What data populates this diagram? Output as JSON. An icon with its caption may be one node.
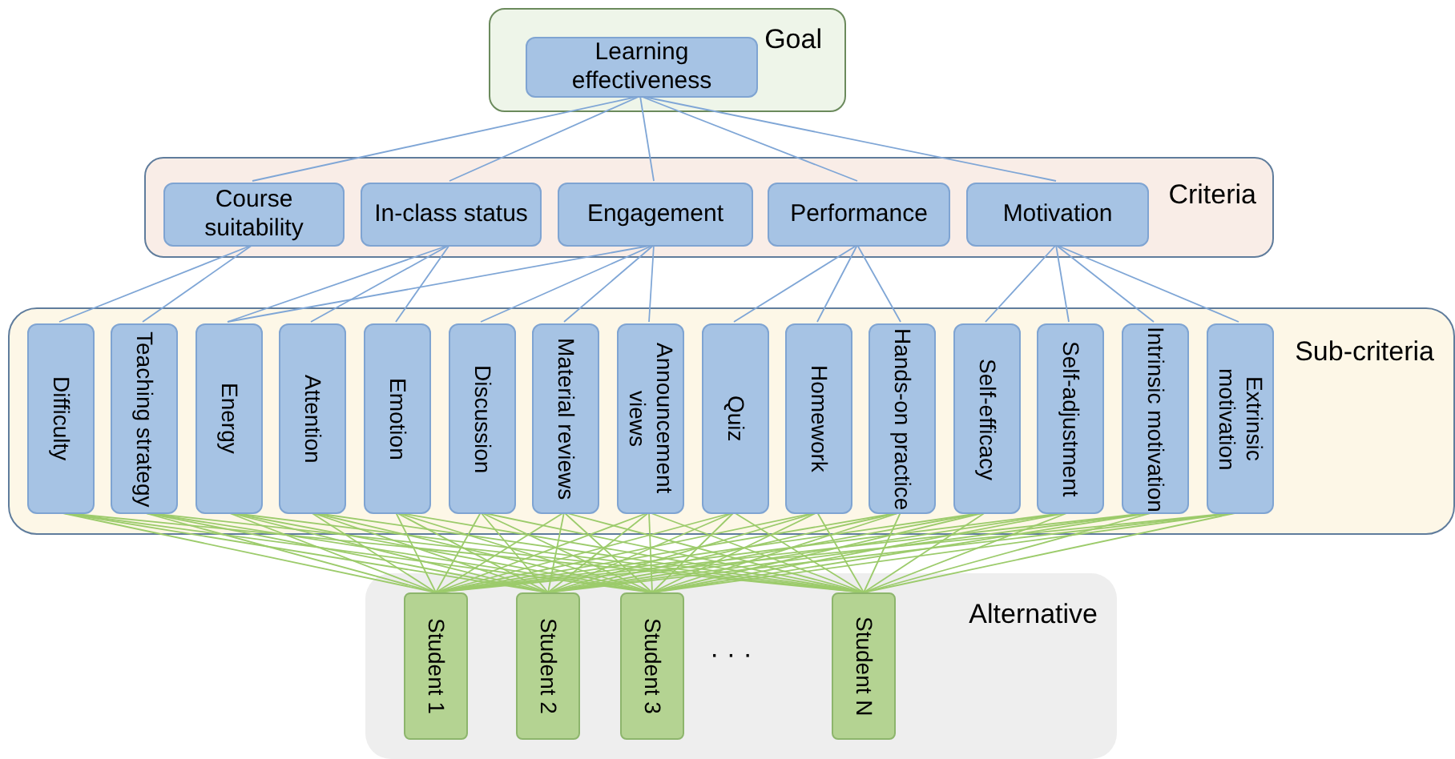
{
  "diagram": {
    "nodes": [
      {
        "text": [
          "Goal"
        ]
      },
      {
        "text": [
          "Learning effectiveness"
        ],
        "in": 0
      },
      {
        "text": [
          "Criteria"
        ]
      },
      {
        "text": [
          "Course suitability"
        ],
        "in": 2
      },
      {
        "text": [
          "In-class status"
        ],
        "in": 2
      },
      {
        "text": [
          "Engagement"
        ],
        "in": 2
      },
      {
        "text": [
          "Performance"
        ],
        "in": 2
      },
      {
        "text": [
          "Motivation"
        ],
        "in": 2
      },
      {
        "text": [
          "Sub-criteria"
        ]
      },
      {
        "text": [
          "Difficulty"
        ],
        "in": 8
      },
      {
        "text": [
          "Teaching strategy"
        ],
        "in": 8
      },
      {
        "text": [
          "Energy"
        ],
        "in": 8
      },
      {
        "text": [
          "Attention"
        ],
        "in": 8
      },
      {
        "text": [
          "Emotion"
        ],
        "in": 8
      },
      {
        "text": [
          "Discussion"
        ],
        "in": 8
      },
      {
        "text": [
          "Material reviews"
        ],
        "in": 8
      },
      {
        "text": [
          "Announcement views"
        ],
        "in": 8
      },
      {
        "text": [
          "Quiz"
        ],
        "in": 8
      },
      {
        "text": [
          "Homework"
        ],
        "in": 8
      },
      {
        "text": [
          "Hands-on practice"
        ],
        "in": 8
      },
      {
        "text": [
          "Self-efficacy"
        ],
        "in": 8
      },
      {
        "text": [
          "Self-adjustment"
        ],
        "in": 8
      },
      {
        "text": [
          "Intrinsic motivation"
        ],
        "in": 8
      },
      {
        "text": [
          "Extrinsic motivation"
        ],
        "in": 8
      },
      {
        "text": [
          "Alternative"
        ]
      },
      {
        "text": [
          "Student 1"
        ],
        "in": 24
      },
      {
        "text": [
          "Student 2"
        ],
        "in": 24
      },
      {
        "text": [
          "Student 3"
        ],
        "in": 24
      },
      {
        "text": [
          "Student N"
        ],
        "in": 24
      }
    ],
    "edges": [
      {
        "from": 1,
        "to": 3,
        "arrow": "none",
        "color": "#7fa6d6"
      },
      {
        "from": 1,
        "to": 4,
        "arrow": "none",
        "color": "#7fa6d6"
      },
      {
        "from": 1,
        "to": 5,
        "arrow": "none",
        "color": "#7fa6d6"
      },
      {
        "from": 1,
        "to": 6,
        "arrow": "none",
        "color": "#7fa6d6"
      },
      {
        "from": 1,
        "to": 7,
        "arrow": "none",
        "color": "#7fa6d6"
      },
      {
        "from": 3,
        "to": 9,
        "arrow": "none",
        "color": "#7fa6d6"
      },
      {
        "from": 3,
        "to": 10,
        "arrow": "none",
        "color": "#7fa6d6"
      },
      {
        "from": 4,
        "to": 11,
        "arrow": "none",
        "color": "#7fa6d6"
      },
      {
        "from": 4,
        "to": 12,
        "arrow": "none",
        "color": "#7fa6d6"
      },
      {
        "from": 4,
        "to": 13,
        "arrow": "none",
        "color": "#7fa6d6"
      },
      {
        "from": 5,
        "to": 11,
        "arrow": "none",
        "color": "#7fa6d6"
      },
      {
        "from": 5,
        "to": 14,
        "arrow": "none",
        "color": "#7fa6d6"
      },
      {
        "from": 5,
        "to": 15,
        "arrow": "none",
        "color": "#7fa6d6"
      },
      {
        "from": 5,
        "to": 16,
        "arrow": "none",
        "color": "#7fa6d6"
      },
      {
        "from": 6,
        "to": 17,
        "arrow": "none",
        "color": "#7fa6d6"
      },
      {
        "from": 6,
        "to": 18,
        "arrow": "none",
        "color": "#7fa6d6"
      },
      {
        "from": 6,
        "to": 19,
        "arrow": "none",
        "color": "#7fa6d6"
      },
      {
        "from": 7,
        "to": 20,
        "arrow": "none",
        "color": "#7fa6d6"
      },
      {
        "from": 7,
        "to": 21,
        "arrow": "none",
        "color": "#7fa6d6"
      },
      {
        "from": 7,
        "to": 22,
        "arrow": "none",
        "color": "#7fa6d6"
      },
      {
        "from": 7,
        "to": 23,
        "arrow": "none",
        "color": "#7fa6d6"
      },
      {
        "from": 9,
        "to": 25,
        "arrow": "none"
      },
      {
        "from": 9,
        "to": 26,
        "arrow": "none"
      },
      {
        "from": 9,
        "to": 27,
        "arrow": "none"
      },
      {
        "from": 9,
        "to": 28,
        "arrow": "none"
      },
      {
        "from": 10,
        "to": 25,
        "arrow": "none"
      },
      {
        "from": 10,
        "to": 26,
        "arrow": "none"
      },
      {
        "from": 10,
        "to": 27,
        "arrow": "none"
      },
      {
        "from": 10,
        "to": 28,
        "arrow": "none"
      },
      {
        "from": 11,
        "to": 25,
        "arrow": "none"
      },
      {
        "from": 11,
        "to": 26,
        "arrow": "none"
      },
      {
        "from": 11,
        "to": 27,
        "arrow": "none"
      },
      {
        "from": 11,
        "to": 28,
        "arrow": "none"
      },
      {
        "from": 12,
        "to": 25,
        "arrow": "none"
      },
      {
        "from": 12,
        "to": 26,
        "arrow": "none"
      },
      {
        "from": 12,
        "to": 27,
        "arrow": "none"
      },
      {
        "from": 12,
        "to": 28,
        "arrow": "none"
      },
      {
        "from": 13,
        "to": 25,
        "arrow": "none"
      },
      {
        "from": 13,
        "to": 26,
        "arrow": "none"
      },
      {
        "from": 13,
        "to": 27,
        "arrow": "none"
      },
      {
        "from": 13,
        "to": 28,
        "arrow": "none"
      },
      {
        "from": 14,
        "to": 25,
        "arrow": "none"
      },
      {
        "from": 14,
        "to": 26,
        "arrow": "none"
      },
      {
        "from": 14,
        "to": 27,
        "arrow": "none"
      },
      {
        "from": 14,
        "to": 28,
        "arrow": "none"
      },
      {
        "from": 15,
        "to": 25,
        "arrow": "none"
      },
      {
        "from": 15,
        "to": 26,
        "arrow": "none"
      },
      {
        "from": 15,
        "to": 27,
        "arrow": "none"
      },
      {
        "from": 15,
        "to": 28,
        "arrow": "none"
      },
      {
        "from": 16,
        "to": 25,
        "arrow": "none"
      },
      {
        "from": 16,
        "to": 26,
        "arrow": "none"
      },
      {
        "from": 16,
        "to": 27,
        "arrow": "none"
      },
      {
        "from": 16,
        "to": 28,
        "arrow": "none"
      },
      {
        "from": 17,
        "to": 25,
        "arrow": "none"
      },
      {
        "from": 17,
        "to": 26,
        "arrow": "none"
      },
      {
        "from": 17,
        "to": 27,
        "arrow": "none"
      },
      {
        "from": 17,
        "to": 28,
        "arrow": "none"
      },
      {
        "from": 18,
        "to": 25,
        "arrow": "none"
      },
      {
        "from": 18,
        "to": 26,
        "arrow": "none"
      },
      {
        "from": 18,
        "to": 27,
        "arrow": "none"
      },
      {
        "from": 18,
        "to": 28,
        "arrow": "none"
      },
      {
        "from": 19,
        "to": 25,
        "arrow": "none"
      },
      {
        "from": 19,
        "to": 26,
        "arrow": "none"
      },
      {
        "from": 19,
        "to": 27,
        "arrow": "none"
      },
      {
        "from": 19,
        "to": 28,
        "arrow": "none"
      },
      {
        "from": 20,
        "to": 25,
        "arrow": "none"
      },
      {
        "from": 20,
        "to": 26,
        "arrow": "none"
      },
      {
        "from": 20,
        "to": 27,
        "arrow": "none"
      },
      {
        "from": 20,
        "to": 28,
        "arrow": "none"
      },
      {
        "from": 21,
        "to": 25,
        "arrow": "none"
      },
      {
        "from": 21,
        "to": 26,
        "arrow": "none"
      },
      {
        "from": 21,
        "to": 27,
        "arrow": "none"
      },
      {
        "from": 21,
        "to": 28,
        "arrow": "none"
      },
      {
        "from": 22,
        "to": 25,
        "arrow": "none"
      },
      {
        "from": 22,
        "to": 26,
        "arrow": "none"
      },
      {
        "from": 22,
        "to": 27,
        "arrow": "none"
      },
      {
        "from": 22,
        "to": 28,
        "arrow": "none"
      },
      {
        "from": 23,
        "to": 25,
        "arrow": "none"
      },
      {
        "from": 23,
        "to": 26,
        "arrow": "none"
      },
      {
        "from": 23,
        "to": 27,
        "arrow": "none"
      },
      {
        "from": 23,
        "to": 28,
        "arrow": "none"
      }
    ],
    "labels": [
      "· · ·"
    ]
  }
}
